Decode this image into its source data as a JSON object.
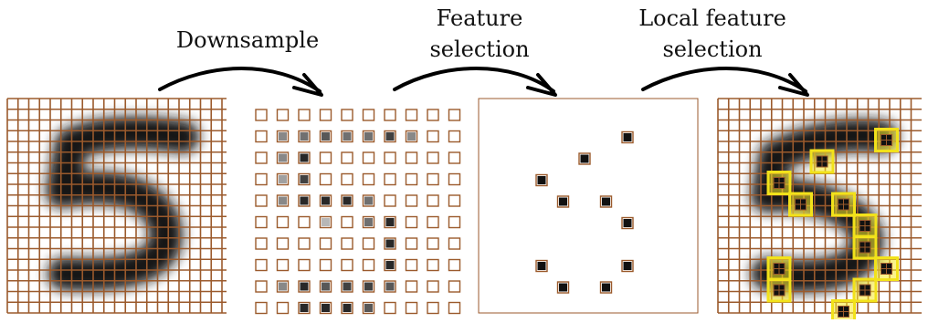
{
  "labels": {
    "step1": "Downsample",
    "step2_line1": "Feature",
    "step2_line2": "selection",
    "step3_line1": "Local feature",
    "step3_line2": "selection"
  },
  "colors": {
    "grid": "#9b5a2c",
    "ink": "#141414",
    "highlight": "#f2e21a",
    "highlight_inner": "#f7ea2a",
    "arrow": "#000000"
  },
  "panels": [
    {
      "id": "original",
      "description_icon": "digit-5-grid"
    },
    {
      "id": "downsampled",
      "description_icon": "sparse-cell-grid"
    },
    {
      "id": "selected",
      "description_icon": "selected-cells"
    },
    {
      "id": "local",
      "description_icon": "local-patches"
    }
  ],
  "downsample_grid": {
    "cols": 10,
    "rows": 10,
    "ink_cells": [
      [
        1,
        1,
        0.5
      ],
      [
        2,
        1,
        0.6
      ],
      [
        3,
        1,
        0.7
      ],
      [
        4,
        1,
        0.6
      ],
      [
        5,
        1,
        0.6
      ],
      [
        6,
        1,
        0.8
      ],
      [
        7,
        1,
        0.5
      ],
      [
        1,
        2,
        0.5
      ],
      [
        2,
        2,
        0.9
      ],
      [
        1,
        3,
        0.4
      ],
      [
        2,
        3,
        0.8
      ],
      [
        1,
        4,
        0.5
      ],
      [
        2,
        4,
        0.9
      ],
      [
        3,
        4,
        0.9
      ],
      [
        4,
        4,
        0.9
      ],
      [
        5,
        4,
        0.6
      ],
      [
        3,
        5,
        0.3
      ],
      [
        5,
        5,
        0.6
      ],
      [
        6,
        5,
        0.9
      ],
      [
        6,
        6,
        0.9
      ],
      [
        6,
        7,
        0.9
      ],
      [
        1,
        8,
        0.5
      ],
      [
        2,
        8,
        0.9
      ],
      [
        3,
        8,
        0.7
      ],
      [
        4,
        8,
        0.8
      ],
      [
        5,
        8,
        0.8
      ],
      [
        6,
        8,
        0.7
      ],
      [
        2,
        9,
        0.9
      ],
      [
        3,
        9,
        0.9
      ],
      [
        4,
        9,
        0.9
      ],
      [
        5,
        9,
        0.7
      ]
    ]
  },
  "selected_cells": [
    [
      6,
      1
    ],
    [
      4,
      2
    ],
    [
      2,
      3
    ],
    [
      3,
      4
    ],
    [
      5,
      4
    ],
    [
      6,
      5
    ],
    [
      2,
      7
    ],
    [
      6,
      7
    ],
    [
      3,
      8
    ],
    [
      5,
      8
    ]
  ],
  "local_patches": [
    [
      7,
      1
    ],
    [
      4,
      2
    ],
    [
      2,
      3
    ],
    [
      3,
      4
    ],
    [
      5,
      4
    ],
    [
      6,
      5
    ],
    [
      6,
      6
    ],
    [
      7,
      7
    ],
    [
      2,
      7
    ],
    [
      2,
      8
    ],
    [
      6,
      8
    ],
    [
      5,
      9
    ]
  ]
}
